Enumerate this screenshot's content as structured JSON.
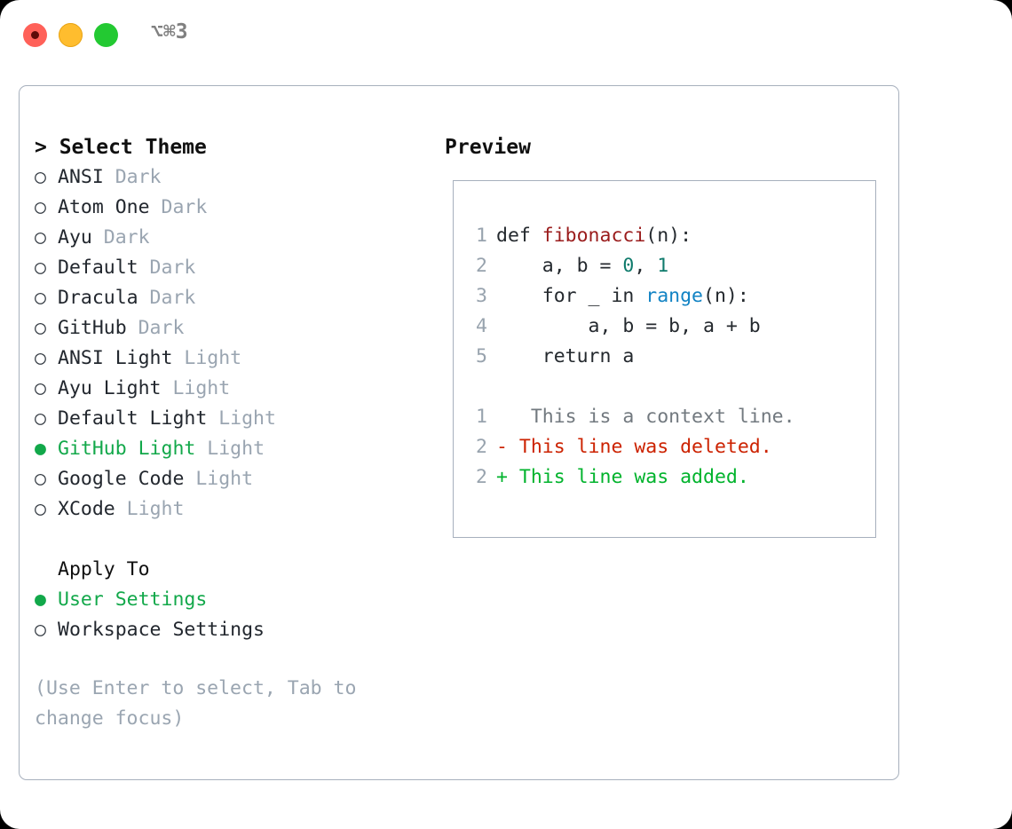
{
  "window": {
    "shortcut_label": "⌥⌘3",
    "traffic_lights": [
      {
        "name": "close-button",
        "color": "#ff6159"
      },
      {
        "name": "minimize-button",
        "color": "#ffbd2e"
      },
      {
        "name": "maximize-button",
        "color": "#23c932"
      }
    ]
  },
  "colors": {
    "accent_green": "#12a84a",
    "muted": "#9aa5b1",
    "border": "#a7b0bd",
    "text": "#22272e",
    "func": "#9a1c1c",
    "builtin": "#1283c4",
    "number": "#0f7b6c",
    "diff_add": "#00b32c",
    "diff_del": "#cc2200",
    "diff_ctx": "#72797f"
  },
  "theme_selector": {
    "header": "> Select Theme",
    "focused": true,
    "marker_selected": "●",
    "marker_unselected": "○",
    "items": [
      {
        "name": "ANSI",
        "kind": "Dark",
        "selected": false
      },
      {
        "name": "Atom One",
        "kind": "Dark",
        "selected": false
      },
      {
        "name": "Ayu",
        "kind": "Dark",
        "selected": false
      },
      {
        "name": "Default",
        "kind": "Dark",
        "selected": false
      },
      {
        "name": "Dracula",
        "kind": "Dark",
        "selected": false
      },
      {
        "name": "GitHub",
        "kind": "Dark",
        "selected": false
      },
      {
        "name": "ANSI Light",
        "kind": "Light",
        "selected": false
      },
      {
        "name": "Ayu Light",
        "kind": "Light",
        "selected": false
      },
      {
        "name": "Default Light",
        "kind": "Light",
        "selected": false
      },
      {
        "name": "GitHub Light",
        "kind": "Light",
        "selected": true
      },
      {
        "name": "Google Code",
        "kind": "Light",
        "selected": false
      },
      {
        "name": "XCode",
        "kind": "Light",
        "selected": false
      }
    ]
  },
  "apply_to": {
    "header": "Apply To",
    "focused": false,
    "items": [
      {
        "name": "User Settings",
        "selected": true
      },
      {
        "name": "Workspace Settings",
        "selected": false
      }
    ]
  },
  "hint": "(Use Enter to select, Tab to change focus)",
  "preview": {
    "header": "Preview",
    "code_lines": [
      {
        "number": "1",
        "tokens": [
          {
            "text": "def ",
            "type": "plain"
          },
          {
            "text": "fibonacci",
            "type": "func"
          },
          {
            "text": "(n):",
            "type": "plain"
          }
        ]
      },
      {
        "number": "2",
        "tokens": [
          {
            "text": "    a, b = ",
            "type": "plain"
          },
          {
            "text": "0",
            "type": "num"
          },
          {
            "text": ", ",
            "type": "plain"
          },
          {
            "text": "1",
            "type": "num"
          }
        ]
      },
      {
        "number": "3",
        "tokens": [
          {
            "text": "    for _ in ",
            "type": "plain"
          },
          {
            "text": "range",
            "type": "builtin"
          },
          {
            "text": "(n):",
            "type": "plain"
          }
        ]
      },
      {
        "number": "4",
        "tokens": [
          {
            "text": "        a, b = b, a + b",
            "type": "plain"
          }
        ]
      },
      {
        "number": "5",
        "tokens": [
          {
            "text": "    return a",
            "type": "plain"
          }
        ]
      }
    ],
    "diff_lines": [
      {
        "number": "1",
        "marker": " ",
        "text": "  This is a context line.",
        "type": "ctx"
      },
      {
        "number": "2",
        "marker": "-",
        "text": " This line was deleted.",
        "type": "del"
      },
      {
        "number": "2",
        "marker": "+",
        "text": " This line was added.",
        "type": "add"
      }
    ]
  }
}
